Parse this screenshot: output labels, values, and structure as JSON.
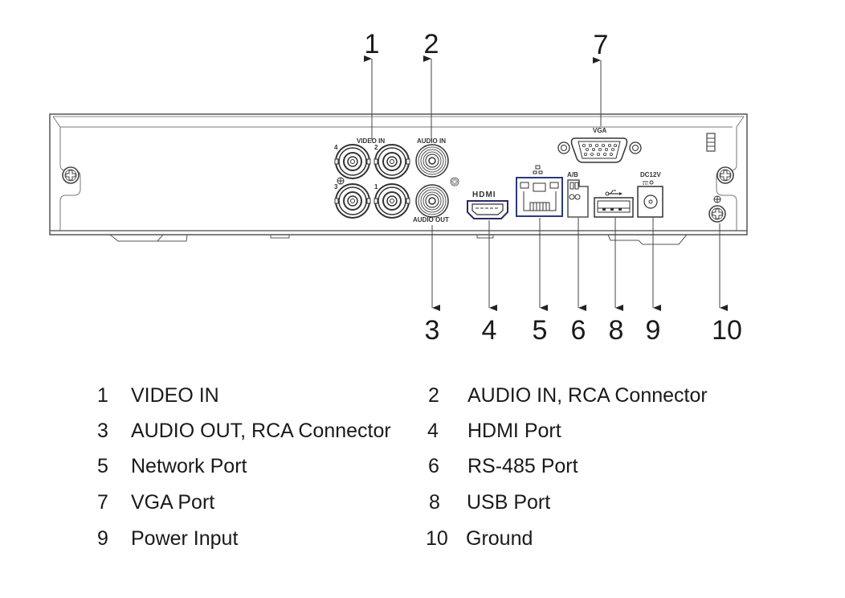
{
  "diagram": {
    "title": "Rear panel connectors",
    "panel_labels": {
      "video_in": "VIDEO IN",
      "audio_in": "AUDIO IN",
      "audio_out": "AUDIO OUT",
      "vga": "VGA",
      "hdmi": "HDMI",
      "rs485": "A/B",
      "power": "DC12V",
      "bnc_numbers": [
        "1",
        "2",
        "3",
        "4"
      ]
    },
    "callouts": [
      {
        "num": "1",
        "target": "video-in"
      },
      {
        "num": "2",
        "target": "audio-in"
      },
      {
        "num": "7",
        "target": "vga-port"
      },
      {
        "num": "3",
        "target": "audio-out"
      },
      {
        "num": "4",
        "target": "hdmi-port"
      },
      {
        "num": "5",
        "target": "network-port"
      },
      {
        "num": "6",
        "target": "rs485-port"
      },
      {
        "num": "8",
        "target": "usb-port"
      },
      {
        "num": "9",
        "target": "power-input"
      },
      {
        "num": "10",
        "target": "ground"
      }
    ]
  },
  "legend": [
    {
      "num": "1",
      "text": "VIDEO IN"
    },
    {
      "num": "2",
      "text": "AUDIO IN, RCA Connector"
    },
    {
      "num": "3",
      "text": "AUDIO OUT, RCA Connector"
    },
    {
      "num": "4",
      "text": "HDMI Port"
    },
    {
      "num": "5",
      "text": "Network Port"
    },
    {
      "num": "6",
      "text": "RS-485 Port"
    },
    {
      "num": "7",
      "text": "VGA Port"
    },
    {
      "num": "8",
      "text": "USB Port"
    },
    {
      "num": "9",
      "text": "Power Input"
    },
    {
      "num": "10",
      "text": "Ground"
    }
  ]
}
